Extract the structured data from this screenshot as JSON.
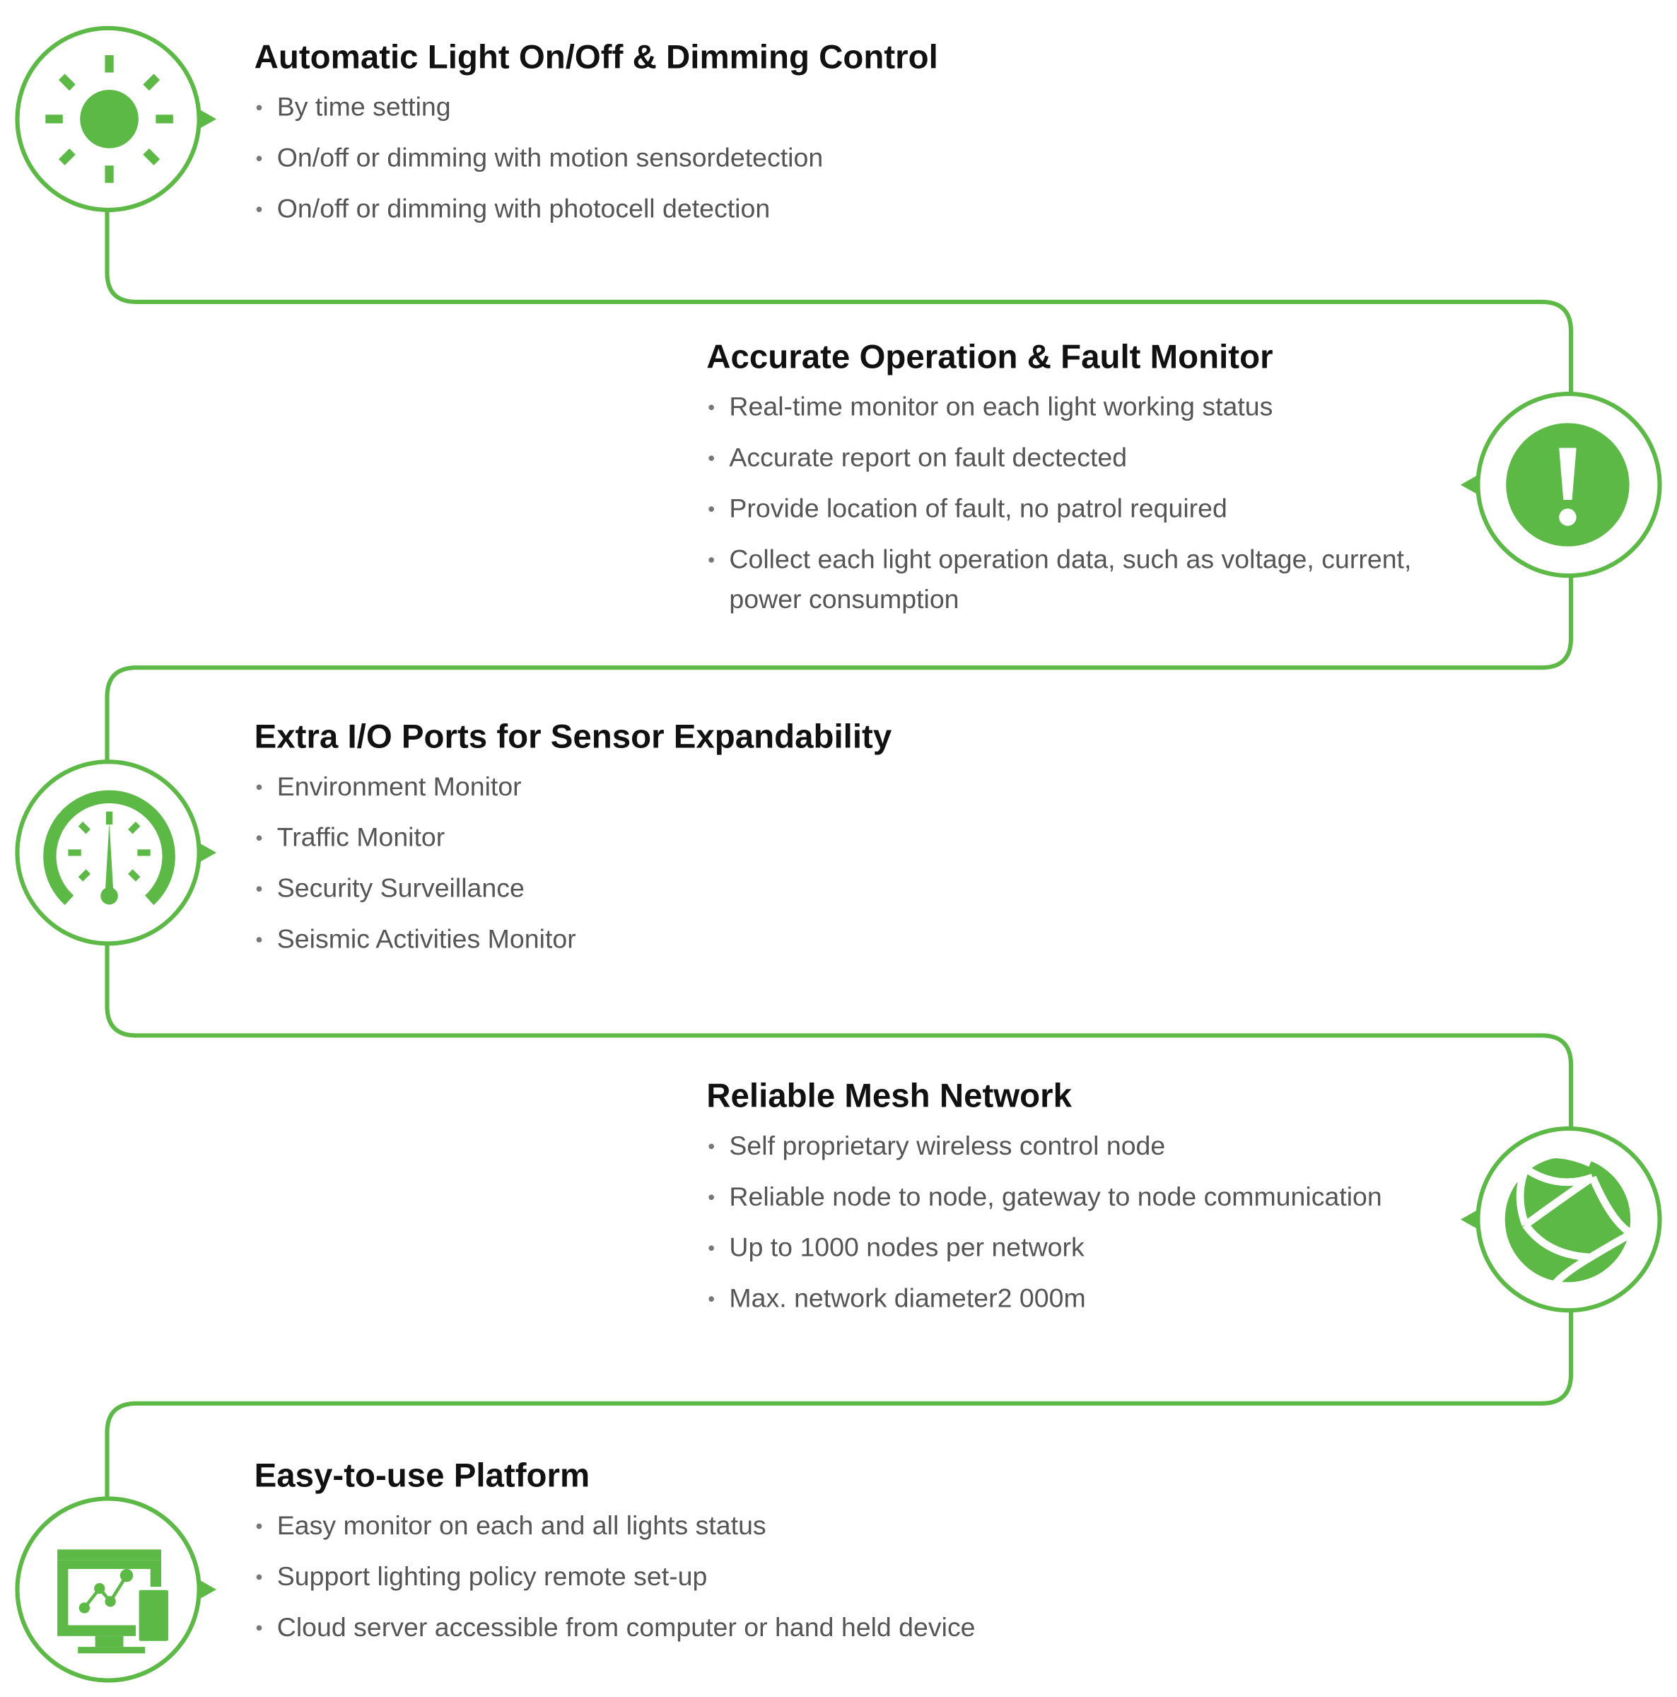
{
  "accent_color": "#5cb946",
  "features": [
    {
      "icon": "sun-icon",
      "title": "Automatic Light On/Off & Dimming Control",
      "bullets": [
        "By time setting",
        "On/off or dimming with motion sensordetection",
        "On/off or dimming with photocell detection"
      ]
    },
    {
      "icon": "alert-icon",
      "title": "Accurate Operation & Fault Monitor",
      "bullets": [
        "Real-time monitor on each light working status",
        "Accurate report on fault dectected",
        "Provide location of fault, no patrol required",
        "Collect each light operation data, such as voltage, current, power consumption"
      ]
    },
    {
      "icon": "gauge-icon",
      "title": "Extra I/O Ports for Sensor Expandability",
      "bullets": [
        "Environment Monitor",
        "Traffic Monitor",
        "Security Surveillance",
        "Seismic Activities Monitor"
      ]
    },
    {
      "icon": "globe-network-icon",
      "title": "Reliable Mesh Network",
      "bullets": [
        "Self proprietary wireless control node",
        "Reliable node to node, gateway to node communication",
        "Up to 1000 nodes per network",
        "Max. network diameter2 000m"
      ]
    },
    {
      "icon": "monitor-chart-icon",
      "title": "Easy-to-use Platform",
      "bullets": [
        "Easy monitor on each and all lights status",
        "Support lighting policy remote set-up",
        "Cloud server accessible from computer or hand held device"
      ]
    }
  ]
}
